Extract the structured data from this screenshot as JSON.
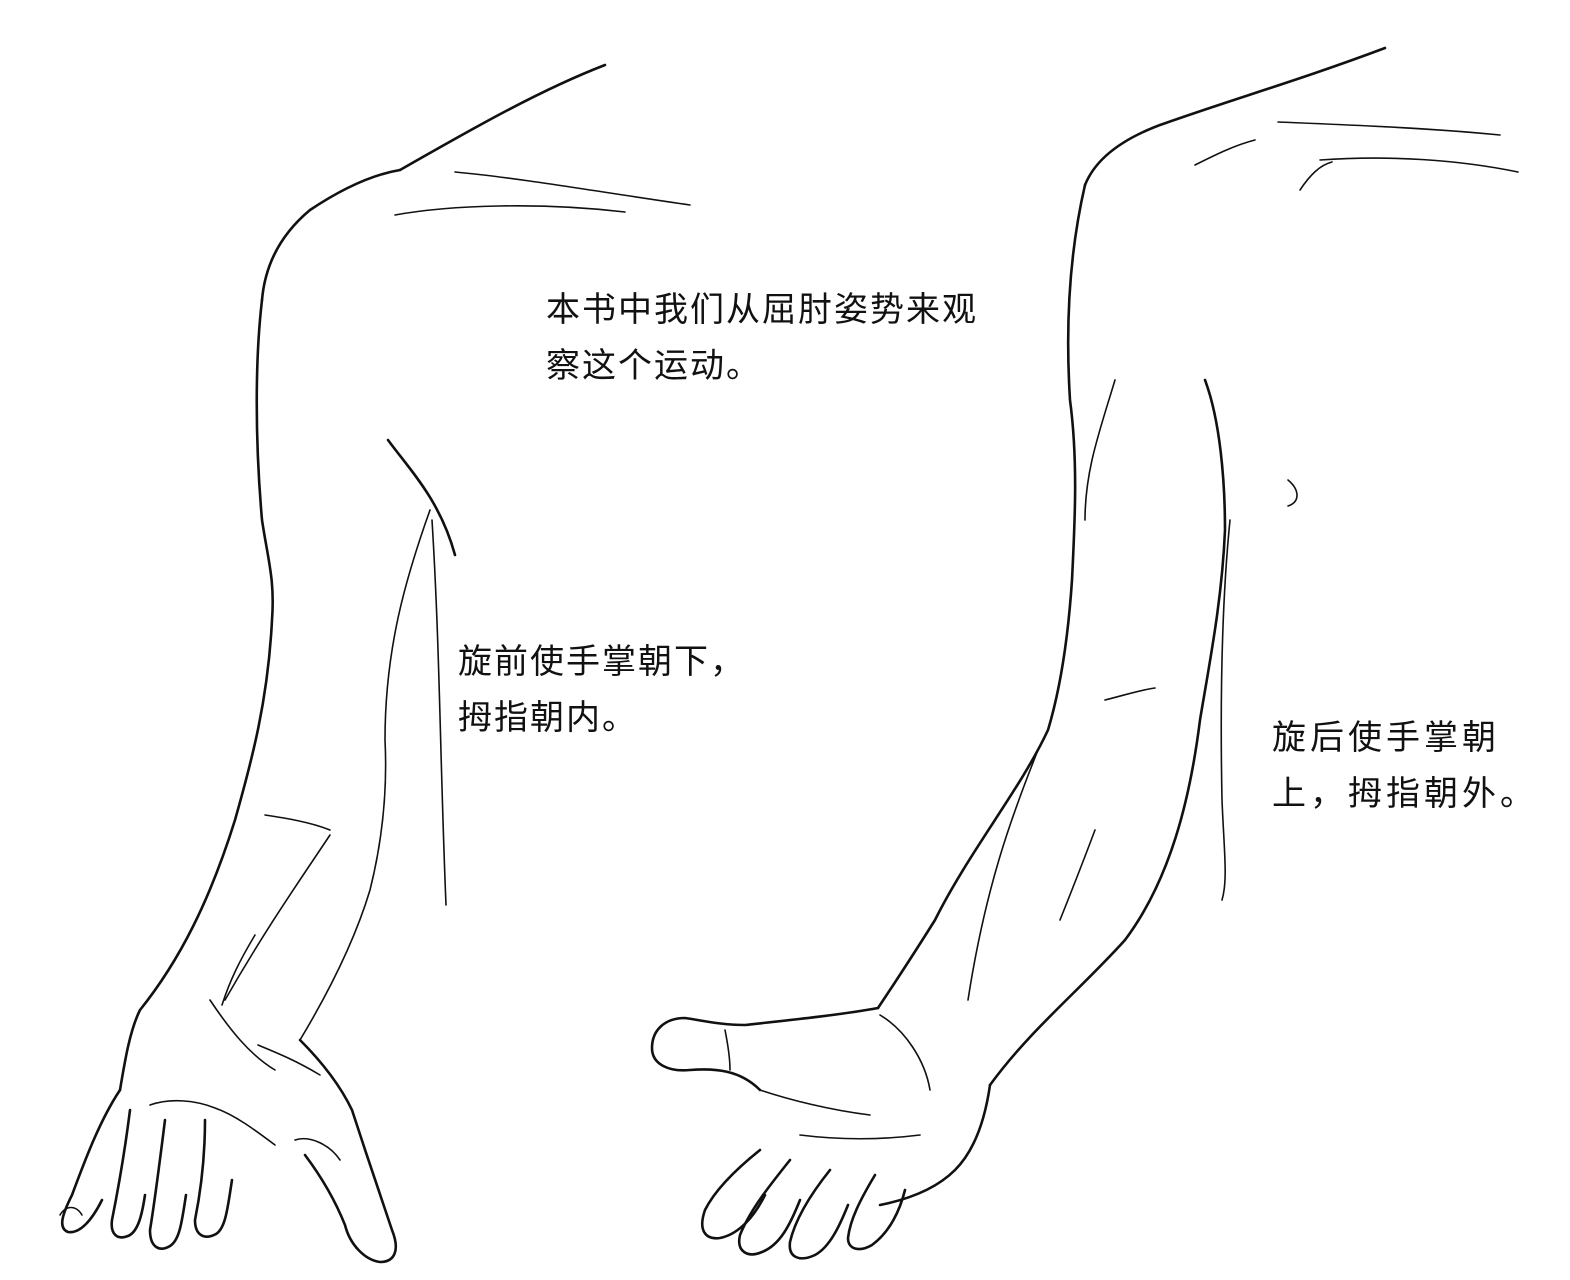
{
  "captions": {
    "intro": {
      "line1": "本书中我们从屈肘姿势来观",
      "line2": "察这个运动。"
    },
    "pronation": {
      "line1": "旋前使手掌朝下，",
      "line2": "拇指朝内。"
    },
    "supination": {
      "line1": "旋后使手掌朝",
      "line2": "上，拇指朝外。"
    }
  },
  "colors": {
    "ink": "#111111",
    "paper": "#ffffff"
  }
}
